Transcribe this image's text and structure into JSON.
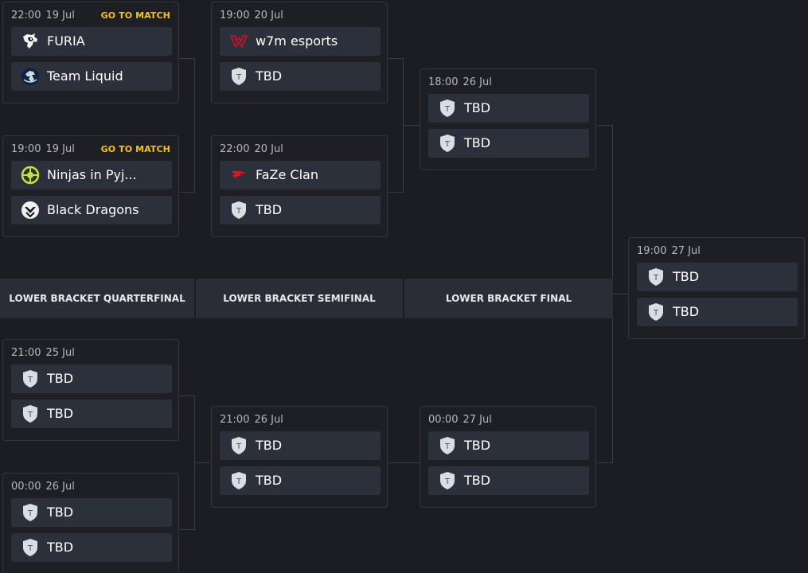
{
  "stages": {
    "lower_qf": "LOWER BRACKET QUARTERFINAL",
    "lower_sf": "LOWER BRACKET SEMIFINAL",
    "lower_final": "LOWER BRACKET FINAL"
  },
  "goto_label": "GO TO MATCH",
  "matches": [
    {
      "time": "22:00",
      "date": "19 Jul",
      "team1": "FURIA",
      "team1_logo": "furia-panther-logo",
      "team2": "Team Liquid",
      "team2_logo": "team-liquid-horse-logo"
    },
    {
      "time": "19:00",
      "date": "19 Jul",
      "team1": "Ninjas in Pyj...",
      "team1_logo": "nip-ninja-logo",
      "team2": "Black Dragons",
      "team2_logo": "black-dragons-logo"
    },
    {
      "time": "19:00",
      "date": "20 Jul",
      "team1": "w7m esports",
      "team1_logo": "w7m-logo",
      "team2": "TBD",
      "team2_logo": "tbd-shield-icon"
    },
    {
      "time": "22:00",
      "date": "20 Jul",
      "team1": "FaZe Clan",
      "team1_logo": "faze-clan-logo",
      "team2": "TBD",
      "team2_logo": "tbd-shield-icon"
    },
    {
      "time": "18:00",
      "date": "26 Jul",
      "team1": "TBD",
      "team1_logo": "tbd-shield-icon",
      "team2": "TBD",
      "team2_logo": "tbd-shield-icon"
    },
    {
      "time": "19:00",
      "date": "27 Jul",
      "team1": "TBD",
      "team1_logo": "tbd-shield-icon",
      "team2": "TBD",
      "team2_logo": "tbd-shield-icon"
    },
    {
      "time": "21:00",
      "date": "25 Jul",
      "team1": "TBD",
      "team1_logo": "tbd-shield-icon",
      "team2": "TBD",
      "team2_logo": "tbd-shield-icon"
    },
    {
      "time": "00:00",
      "date": "26 Jul",
      "team1": "TBD",
      "team1_logo": "tbd-shield-icon",
      "team2": "TBD",
      "team2_logo": "tbd-shield-icon"
    },
    {
      "time": "21:00",
      "date": "26 Jul",
      "team1": "TBD",
      "team1_logo": "tbd-shield-icon",
      "team2": "TBD",
      "team2_logo": "tbd-shield-icon"
    },
    {
      "time": "00:00",
      "date": "27 Jul",
      "team1": "TBD",
      "team1_logo": "tbd-shield-icon",
      "team2": "TBD",
      "team2_logo": "tbd-shield-icon"
    }
  ],
  "colors": {
    "background": "#1b1d23",
    "card_border": "#33363f",
    "team_row": "#2c303a",
    "accent_goto": "#f2c21f",
    "faze_red": "#e0112b",
    "w7m_red": "#c8102e",
    "nip_green": "#c3e33a"
  }
}
